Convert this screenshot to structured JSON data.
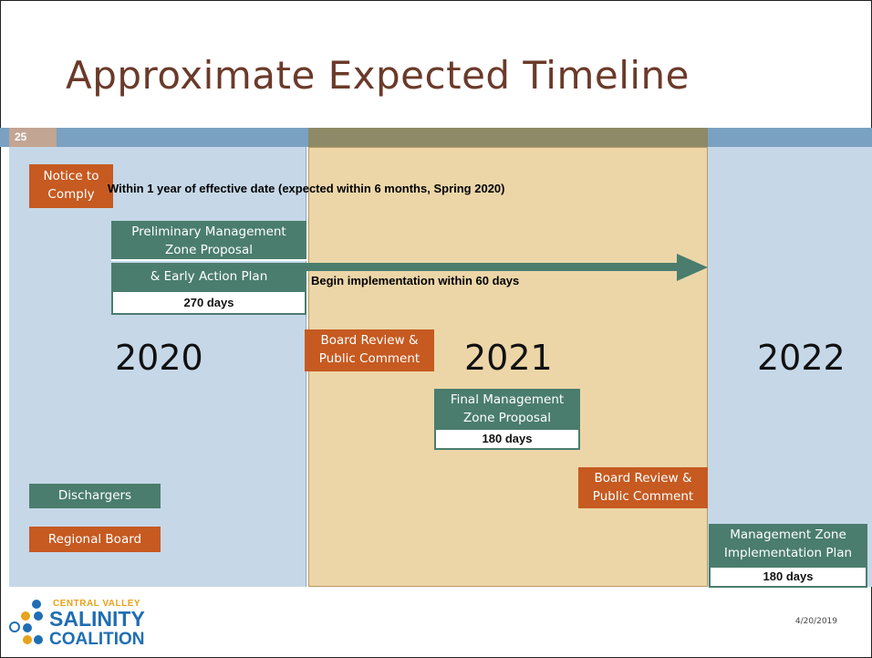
{
  "title": "Approximate Expected Timeline",
  "slide_number": "25",
  "date": "4/20/2019",
  "years": [
    "2020",
    "2021",
    "2022"
  ],
  "items": {
    "notice_to_comply": "Notice to Comply",
    "notice_note": "Within 1 year of effective date (expected within 6 months, Spring 2020)",
    "prelim_line1": "Preliminary Management Zone Proposal",
    "prelim_line2": "& Early Action Plan",
    "prelim_days": "270 days",
    "implementation_note": "Begin implementation within 60 days",
    "board_review_1": "Board Review & Public Comment",
    "final_proposal": "Final Management Zone Proposal",
    "final_days": "180 days",
    "board_review_2": "Board Review & Public Comment",
    "implementation_plan": "Management Zone Implementation Plan",
    "implementation_days": "180 days"
  },
  "legend": {
    "dischargers": "Dischargers",
    "regional_board": "Regional Board"
  },
  "logo": {
    "line1": "CENTRAL VALLEY",
    "line2": "SALINITY",
    "line3": "COALITION"
  },
  "colors": {
    "discharger": "#4a7d6d",
    "regional_board": "#c65a21",
    "year_2020": "#c6d8e8",
    "year_2021": "#ecd6a8",
    "year_2022": "#c6d8e8"
  }
}
